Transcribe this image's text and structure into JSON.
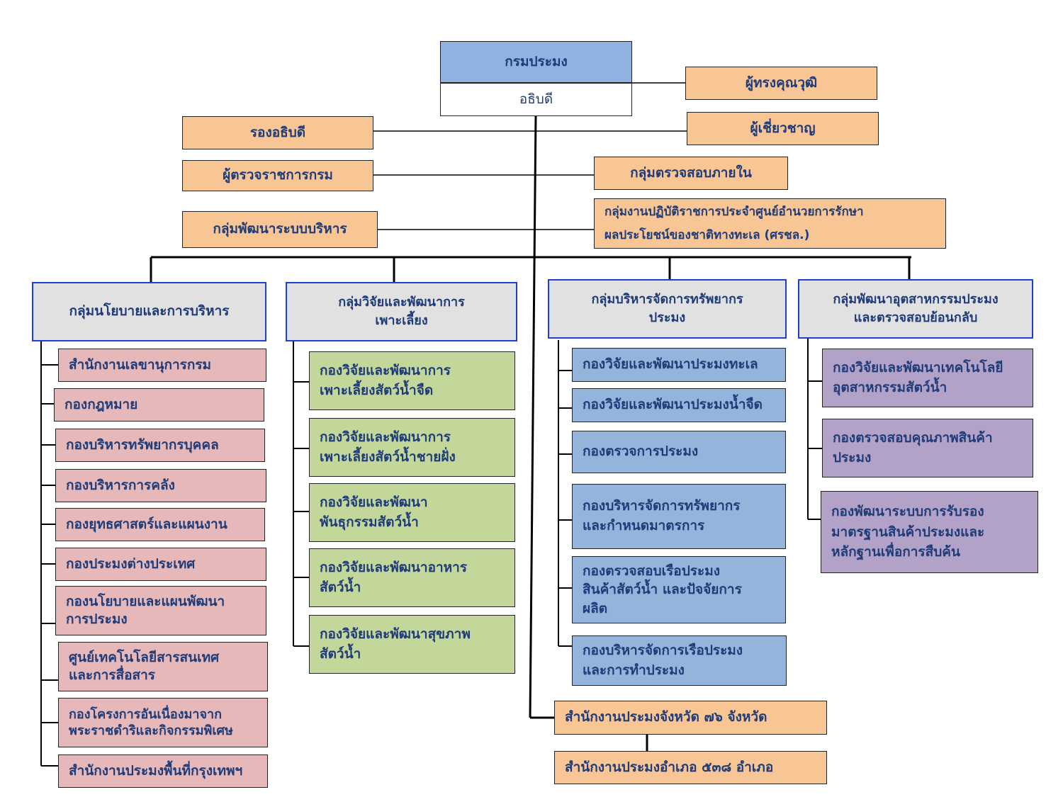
{
  "top": {
    "title": "กรมประมง",
    "head": "อธิบดี"
  },
  "right_staff": [
    "ผู้ทรงคุณวุฒิ",
    "ผู้เชี่ยวชาญ"
  ],
  "left_staff": [
    "รองอธิบดี",
    "ผู้ตรวจราชการกรม",
    "กลุ่มพัฒนาระบบบริหาร"
  ],
  "right_units": [
    "กลุ่มตรวจสอบภายใน",
    "กลุ่มงานปฏิบัติราชการประจำศูนย์อำนวยการรักษา\nผลประโยชน์ของชาติทางทะเล (ศรชล.)"
  ],
  "groups": [
    {
      "title": "กลุ่มนโยบายและการบริหาร",
      "items": [
        "สำนักงานเลขานุการกรม",
        "กองกฎหมาย",
        "กองบริหารทรัพยากรบุคคล",
        "กองบริหารการคลัง",
        "กองยุทธศาสตร์และแผนงาน",
        "กองประมงต่างประเทศ",
        "กองนโยบายและแผนพัฒนา\nการประมง",
        "ศูนย์เทคโนโลยีสารสนเทศ\nและการสื่อสาร",
        "กองโครงการอันเนื่องมาจาก\nพระราชดำริและกิจกรรมพิเศษ",
        "สำนักงานประมงพื้นที่กรุงเทพฯ"
      ]
    },
    {
      "title": "กลุ่มวิจัยและพัฒนาการ\nเพาะเลี้ยง",
      "items": [
        "กองวิจัยและพัฒนาการ\nเพาะเลี้ยงสัตว์น้ำจืด",
        "กองวิจัยและพัฒนาการ\nเพาะเลี้ยงสัตว์น้ำชายฝั่ง",
        "กองวิจัยและพัฒนา\nพันธุกรรมสัตว์น้ำ",
        "กองวิจัยและพัฒนาอาหาร\nสัตว์น้ำ",
        "กองวิจัยและพัฒนาสุขภาพ\nสัตว์น้ำ"
      ]
    },
    {
      "title": "กลุ่มบริหารจัดการทรัพยากร\nประมง",
      "items": [
        "กองวิจัยและพัฒนาประมงทะเล",
        "กองวิจัยและพัฒนาประมงน้ำจืด",
        "กองตรวจการประมง",
        "กองบริหารจัดการทรัพยากร\nและกำหนดมาตรการ",
        "กองตรวจสอบเรือประมง\nสินค้าสัตว์น้ำ และปัจจัยการ\nผลิต",
        "กองบริหารจัดการเรือประมง\nและการทำประมง"
      ]
    },
    {
      "title": "กลุ่มพัฒนาอุตสาหกรรมประมง\nและตรวจสอบย้อนกลับ",
      "items": [
        "กองวิจัยและพัฒนาเทคโนโลยี\nอุตสาหกรรมสัตว์น้ำ",
        "กองตรวจสอบคุณภาพสินค้า\nประมง",
        "กองพัฒนาระบบการรับรอง\nมาตรฐานสินค้าประมงและ\nหลักฐานเพื่อการสืบค้น"
      ]
    }
  ],
  "regional": [
    "สำนักงานประมงจังหวัด ๗๖ จังหวัด",
    "สำนักงานประมงอำเภอ  ๕๓๘ อำเภอ"
  ]
}
